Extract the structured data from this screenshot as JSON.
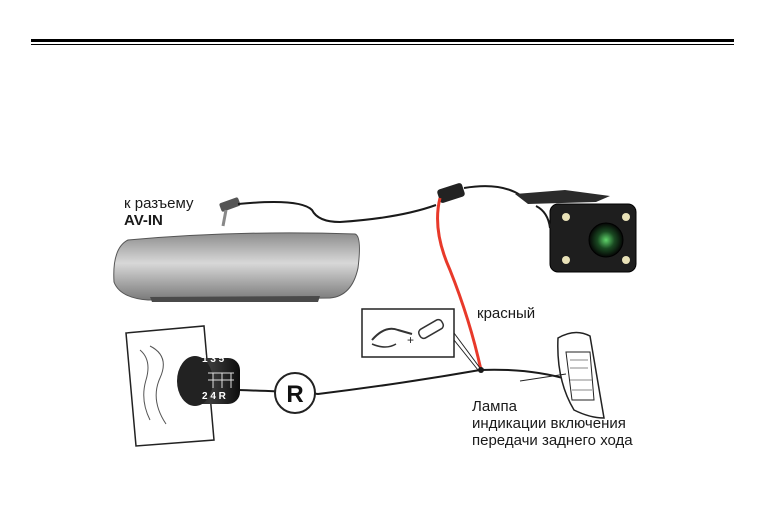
{
  "labels": {
    "connector_line1": "к разъему",
    "connector_line2": "AV-IN",
    "red_wire": "красный",
    "lamp_line1": "Лампа",
    "lamp_line2": "индикации включения",
    "lamp_line3": "передачи заднего хода"
  },
  "gear_knob": {
    "top_row": "1 3 5",
    "bottom_row": "2 4 R"
  },
  "reverse_badge": "R",
  "colors": {
    "red_wire": "#e8392a",
    "black_wire": "#1a1a1a",
    "mirror_gray": "#a9a9a9"
  },
  "icons": [
    "gear-shift-icon",
    "reverse-indicator-icon",
    "rear-camera-icon",
    "mirror-icon",
    "wire-tap-icon",
    "tail-lamp-icon",
    "av-jack-icon"
  ]
}
